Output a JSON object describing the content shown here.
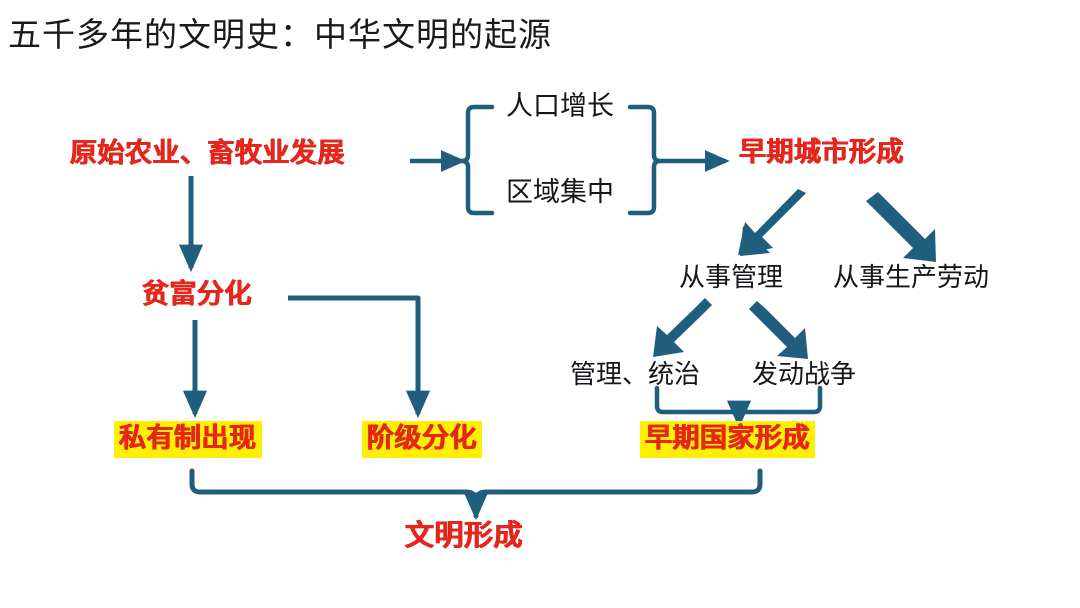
{
  "page": {
    "title": "五千多年的文明史：中华文明的起源",
    "background_color": "#ffffff"
  },
  "palette": {
    "connector": "#1f5f7d",
    "red_text": "#e8251b",
    "highlight": "#ffef00",
    "black_text": "#16161a"
  },
  "diagram": {
    "nodes": {
      "primitive_agriculture": {
        "label": "原始农业、畜牧业发展",
        "style": "red",
        "highlight": false
      },
      "population_growth": {
        "label": "人口增长",
        "style": "black",
        "highlight": false
      },
      "regional_concentration": {
        "label": "区域集中",
        "style": "black",
        "highlight": false
      },
      "early_city": {
        "label": "早期城市形成",
        "style": "red",
        "highlight": false
      },
      "engage_management": {
        "label": "从事管理",
        "style": "black",
        "highlight": false
      },
      "engage_production": {
        "label": "从事生产劳动",
        "style": "black",
        "highlight": false
      },
      "manage_rule": {
        "label": "管理、统治",
        "style": "black",
        "highlight": false
      },
      "launch_war": {
        "label": "发动战争",
        "style": "black",
        "highlight": false
      },
      "wealth_gap": {
        "label": "贫富分化",
        "style": "red",
        "highlight": false
      },
      "private_ownership": {
        "label": "私有制出现",
        "style": "red",
        "highlight": true
      },
      "class_division": {
        "label": "阶级分化",
        "style": "red",
        "highlight": true
      },
      "early_state": {
        "label": "早期国家形成",
        "style": "red",
        "highlight": true
      },
      "civilization_formed": {
        "label": "文明形成",
        "style": "red",
        "highlight": false
      }
    },
    "edges": [
      {
        "from": "primitive_agriculture",
        "to": "population_growth",
        "kind": "brace-arrow"
      },
      {
        "from": "primitive_agriculture",
        "to": "regional_concentration",
        "kind": "brace-arrow"
      },
      {
        "from": "population_growth",
        "to": "early_city",
        "kind": "brace-arrow"
      },
      {
        "from": "regional_concentration",
        "to": "early_city",
        "kind": "brace-arrow"
      },
      {
        "from": "primitive_agriculture",
        "to": "wealth_gap",
        "kind": "line-arrow"
      },
      {
        "from": "early_city",
        "to": "engage_management",
        "kind": "block-arrow"
      },
      {
        "from": "early_city",
        "to": "engage_production",
        "kind": "block-arrow"
      },
      {
        "from": "engage_management",
        "to": "manage_rule",
        "kind": "block-arrow"
      },
      {
        "from": "engage_management",
        "to": "launch_war",
        "kind": "block-arrow"
      },
      {
        "from": "manage_rule",
        "to": "early_state",
        "kind": "brace-arrow"
      },
      {
        "from": "launch_war",
        "to": "early_state",
        "kind": "brace-arrow"
      },
      {
        "from": "wealth_gap",
        "to": "private_ownership",
        "kind": "line-arrow"
      },
      {
        "from": "wealth_gap",
        "to": "class_division",
        "kind": "elbow-arrow"
      },
      {
        "from": "private_ownership",
        "to": "civilization_formed",
        "kind": "brace-arrow"
      },
      {
        "from": "class_division",
        "to": "civilization_formed",
        "kind": "brace-arrow"
      },
      {
        "from": "early_state",
        "to": "civilization_formed",
        "kind": "brace-arrow"
      }
    ]
  }
}
